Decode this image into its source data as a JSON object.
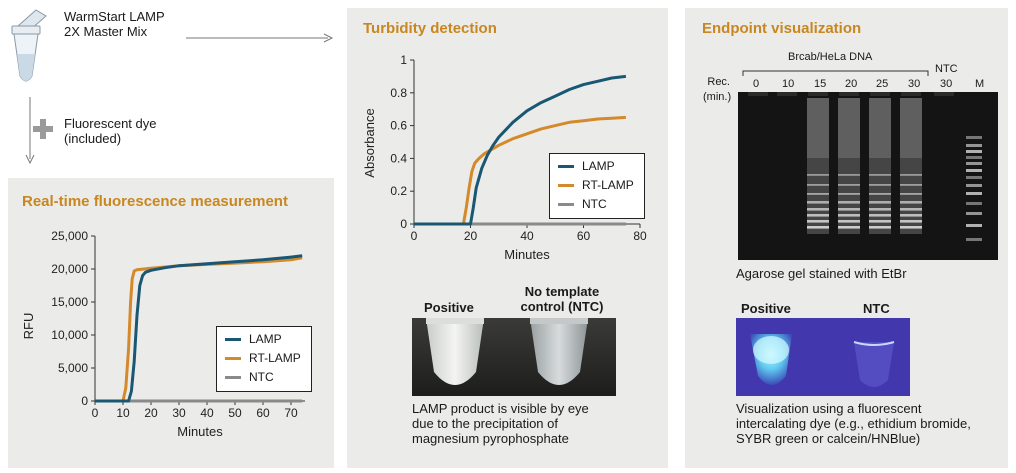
{
  "top": {
    "product": [
      "WarmStart LAMP",
      "2X Master Mix"
    ],
    "dye": [
      "Fluorescent dye",
      "(included)"
    ]
  },
  "realtime": {
    "title": "Real-time fluorescence measurement",
    "legend": [
      "LAMP",
      "RT-LAMP",
      "NTC"
    ]
  },
  "turbidity": {
    "title": "Turbidity detection",
    "legend": [
      "LAMP",
      "RT-LAMP",
      "NTC"
    ],
    "photo_labels": {
      "positive": "Positive",
      "ntc": [
        "No template",
        "control (NTC)"
      ]
    },
    "caption": [
      "LAMP product is visible by eye",
      "due to the precipitation of",
      "magnesium pyrophosphate"
    ]
  },
  "endpoint": {
    "title": "Endpoint visualization",
    "gel": {
      "group_label": "Brcab/HeLa DNA",
      "ntc_label": "NTC",
      "row_label": [
        "Rec.",
        "(min.)"
      ],
      "lanes": [
        "0",
        "10",
        "15",
        "20",
        "25",
        "30",
        "30",
        "M"
      ]
    },
    "gel_caption": "Agarose gel stained with EtBr",
    "photo_labels": {
      "positive": "Positive",
      "ntc": "NTC"
    },
    "caption": [
      "Visualization using a fluorescent",
      "intercalating dye (e.g., ethidium bromide,",
      "SYBR green or calcein/HNBlue)"
    ]
  },
  "colors": {
    "lamp": "#1a5773",
    "rtlamp": "#d4892a",
    "ntc": "#8a8a8a",
    "accent": "#c8871f",
    "panel": "#ebebea"
  },
  "chart_data": [
    {
      "type": "line",
      "xlabel": "Minutes",
      "ylabel": "RFU",
      "xlim": [
        0,
        75
      ],
      "ylim": [
        0,
        25000
      ],
      "xticks": [
        "0",
        "10",
        "20",
        "30",
        "40",
        "50",
        "60",
        "70"
      ],
      "yticks": [
        "0",
        "5,000",
        "10,000",
        "15,000",
        "20,000",
        "25,000"
      ],
      "legend_position": "bottom-right",
      "series": [
        {
          "name": "LAMP",
          "x": [
            0,
            12,
            13,
            14,
            15,
            16,
            17,
            18,
            20,
            25,
            30,
            40,
            50,
            60,
            70,
            74
          ],
          "y": [
            0,
            0,
            1500,
            6000,
            13000,
            17500,
            19000,
            19500,
            19800,
            20200,
            20500,
            20800,
            21100,
            21400,
            21800,
            22000
          ]
        },
        {
          "name": "RT-LAMP",
          "x": [
            0,
            10,
            11,
            12,
            12.7,
            13.3,
            14,
            15,
            20,
            30,
            40,
            50,
            60,
            70,
            74
          ],
          "y": [
            0,
            0,
            2000,
            8000,
            15000,
            18500,
            19700,
            19900,
            20100,
            20500,
            20700,
            20900,
            21100,
            21400,
            21700
          ]
        },
        {
          "name": "NTC",
          "x": [
            0,
            74
          ],
          "y": [
            0,
            0
          ]
        }
      ]
    },
    {
      "type": "line",
      "xlabel": "Minutes",
      "ylabel": "Absorbance",
      "xlim": [
        0,
        80
      ],
      "ylim": [
        0,
        1
      ],
      "xticks": [
        "0",
        "20",
        "40",
        "60",
        "80"
      ],
      "yticks": [
        "0",
        "0.2",
        "0.4",
        "0.6",
        "0.8",
        "1"
      ],
      "legend_position": "bottom-right",
      "series": [
        {
          "name": "LAMP",
          "x": [
            0,
            20,
            21,
            22,
            24,
            26,
            28,
            30,
            35,
            40,
            45,
            50,
            55,
            60,
            65,
            70,
            75
          ],
          "y": [
            0,
            0,
            0.1,
            0.22,
            0.34,
            0.42,
            0.48,
            0.53,
            0.62,
            0.69,
            0.74,
            0.78,
            0.82,
            0.85,
            0.87,
            0.89,
            0.9
          ]
        },
        {
          "name": "RT-LAMP",
          "x": [
            0,
            17.5,
            18.5,
            19.5,
            20.5,
            21.5,
            23,
            25,
            30,
            35,
            40,
            45,
            50,
            55,
            60,
            65,
            70,
            75
          ],
          "y": [
            0,
            0,
            0.1,
            0.22,
            0.32,
            0.37,
            0.4,
            0.43,
            0.48,
            0.52,
            0.55,
            0.58,
            0.6,
            0.62,
            0.63,
            0.64,
            0.645,
            0.65
          ]
        },
        {
          "name": "NTC",
          "x": [
            0,
            75
          ],
          "y": [
            0,
            0
          ]
        }
      ]
    }
  ]
}
